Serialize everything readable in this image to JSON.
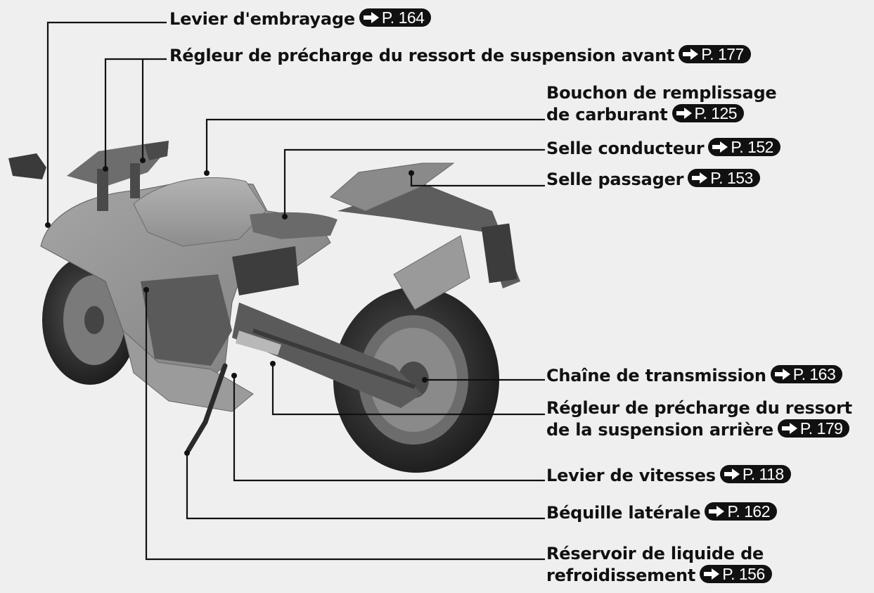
{
  "callouts": [
    {
      "id": "clutch-lever",
      "lines": [
        "Levier d'embrayage"
      ],
      "page": "P. 164"
    },
    {
      "id": "front-preload",
      "lines": [
        "Régleur de précharge du ressort de suspension avant"
      ],
      "page": "P. 177"
    },
    {
      "id": "fuel-cap",
      "lines": [
        "Bouchon de remplissage",
        "de carburant"
      ],
      "page": "P. 125"
    },
    {
      "id": "rider-seat",
      "lines": [
        "Selle conducteur"
      ],
      "page": "P. 152"
    },
    {
      "id": "passenger-seat",
      "lines": [
        "Selle passager"
      ],
      "page": "P. 153"
    },
    {
      "id": "drive-chain",
      "lines": [
        "Chaîne de transmission"
      ],
      "page": "P. 163"
    },
    {
      "id": "rear-preload",
      "lines": [
        "Régleur de précharge du ressort",
        "de la suspension arrière"
      ],
      "page": "P. 179"
    },
    {
      "id": "shift-lever",
      "lines": [
        "Levier de vitesses"
      ],
      "page": "P. 118"
    },
    {
      "id": "side-stand",
      "lines": [
        "Béquille latérale"
      ],
      "page": "P. 162"
    },
    {
      "id": "coolant-reservoir",
      "lines": [
        "Réservoir de liquide de",
        "refroidissement"
      ],
      "page": "P. 156"
    }
  ],
  "colors": {
    "background": "#efefef",
    "ink": "#111111",
    "bike": "#8a8a8a"
  }
}
